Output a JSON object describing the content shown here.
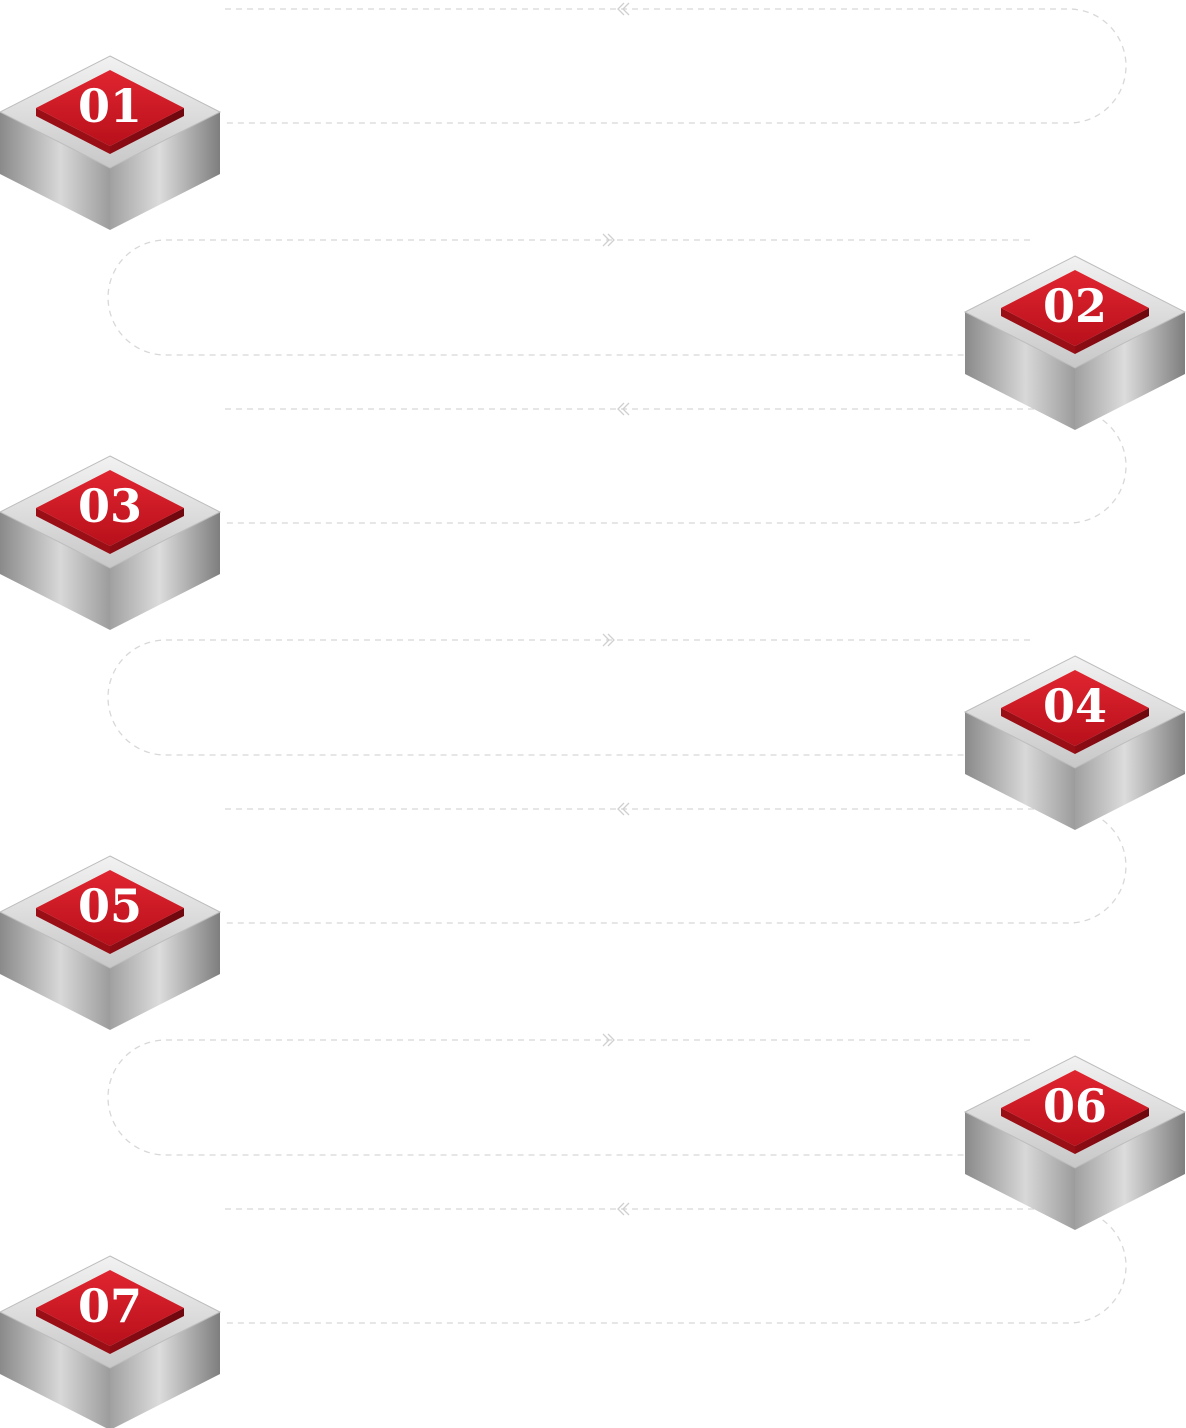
{
  "steps": [
    {
      "number": "01"
    },
    {
      "number": "02"
    },
    {
      "number": "03"
    },
    {
      "number": "04"
    },
    {
      "number": "05"
    },
    {
      "number": "06"
    },
    {
      "number": "07"
    }
  ],
  "colors": {
    "badge_red": "#d01824",
    "badge_red_dark": "#9a0e16",
    "pedestal_light": "#e4e4e4",
    "pedestal_dark": "#7a7a7a",
    "connector": "#d8d8d8"
  },
  "icons": [
    "diamond-badge-icon",
    "double-chevron-arrow-icon"
  ]
}
